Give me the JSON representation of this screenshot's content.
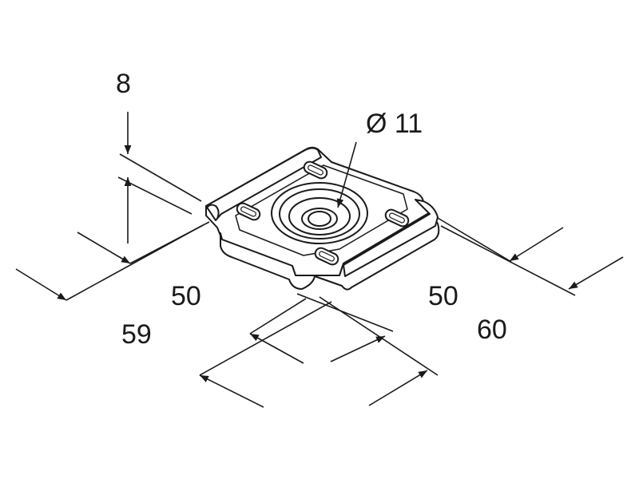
{
  "drawing": {
    "line_color": "#1a1a1a",
    "background": "#ffffff",
    "dimensions": {
      "thickness": "8",
      "hole_diameter": "Ø 11",
      "inner_width_left": "50",
      "outer_width_left": "59",
      "inner_width_right": "50",
      "outer_width_right": "60"
    }
  }
}
